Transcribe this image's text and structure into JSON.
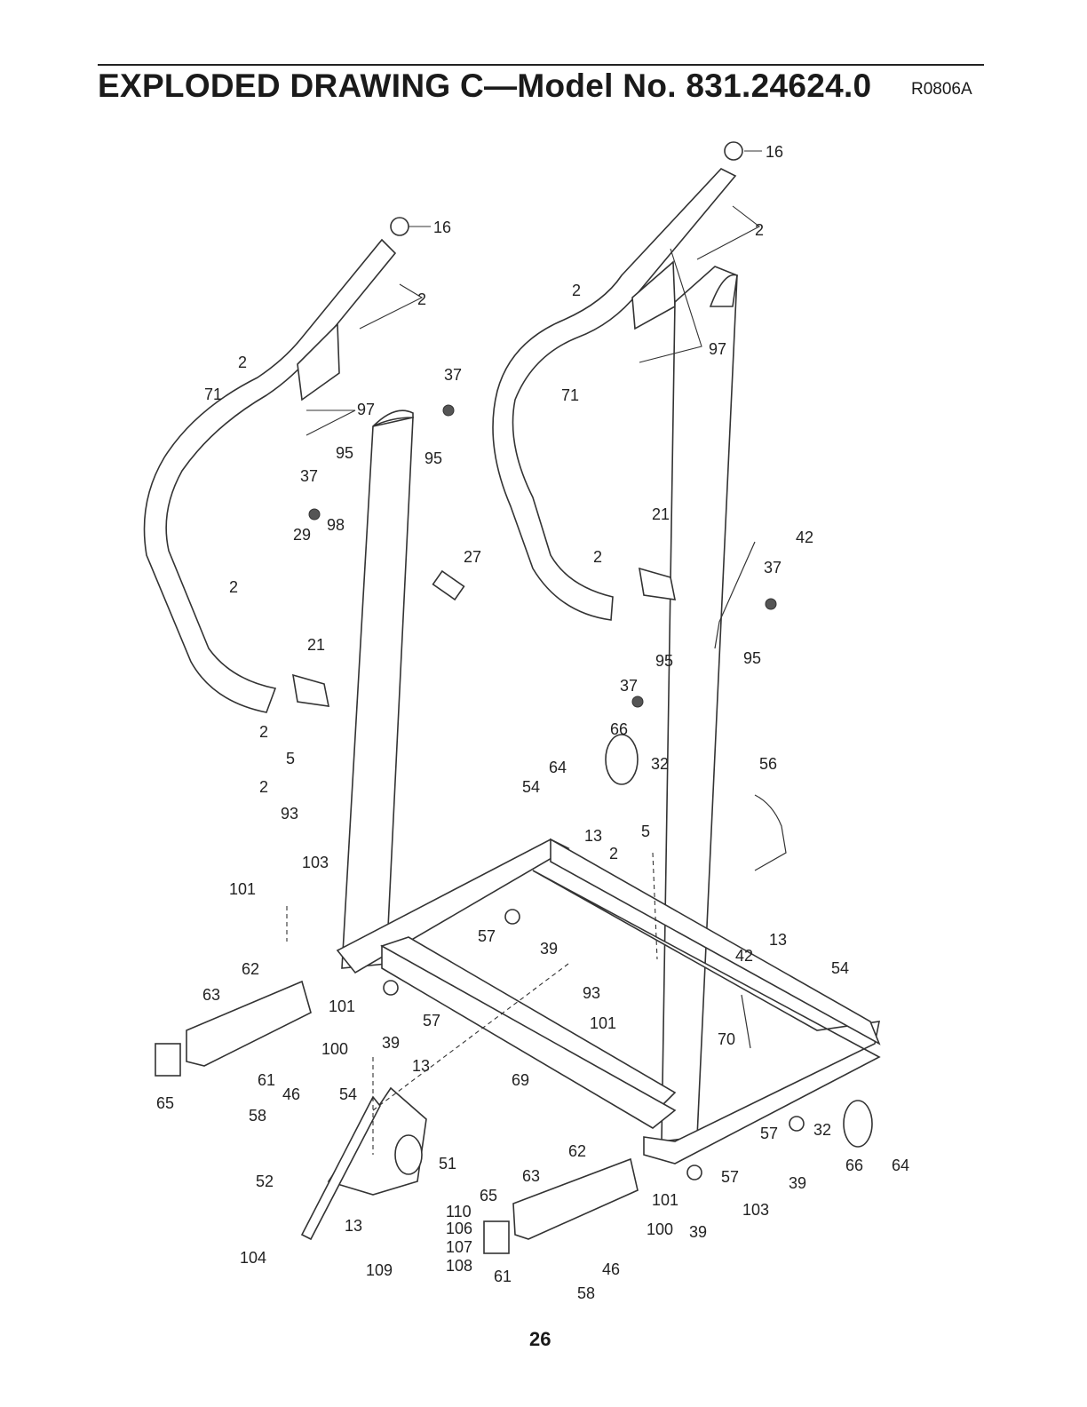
{
  "header": {
    "title": "EXPLODED DRAWING C—Model No. 831.24624.0",
    "drawing_code": "R0806A"
  },
  "page_number": "26",
  "callouts": [
    "16",
    "2",
    "2",
    "71",
    "97",
    "37",
    "95",
    "95",
    "37",
    "29",
    "98",
    "2",
    "27",
    "21",
    "2",
    "5",
    "2",
    "93",
    "103",
    "101",
    "16",
    "2",
    "2",
    "97",
    "71",
    "21",
    "2",
    "42",
    "37",
    "95",
    "95",
    "37",
    "66",
    "64",
    "32",
    "56",
    "54",
    "13",
    "2",
    "5",
    "57",
    "39",
    "62",
    "63",
    "101",
    "57",
    "39",
    "100",
    "65",
    "61",
    "46",
    "58",
    "54",
    "13",
    "69",
    "93",
    "101",
    "13",
    "42",
    "54",
    "70",
    "57",
    "32",
    "66",
    "64",
    "39",
    "103",
    "57",
    "62",
    "63",
    "101",
    "100",
    "39",
    "65",
    "61",
    "46",
    "58",
    "52",
    "13",
    "104",
    "109",
    "51",
    "110",
    "106",
    "107",
    "108"
  ]
}
